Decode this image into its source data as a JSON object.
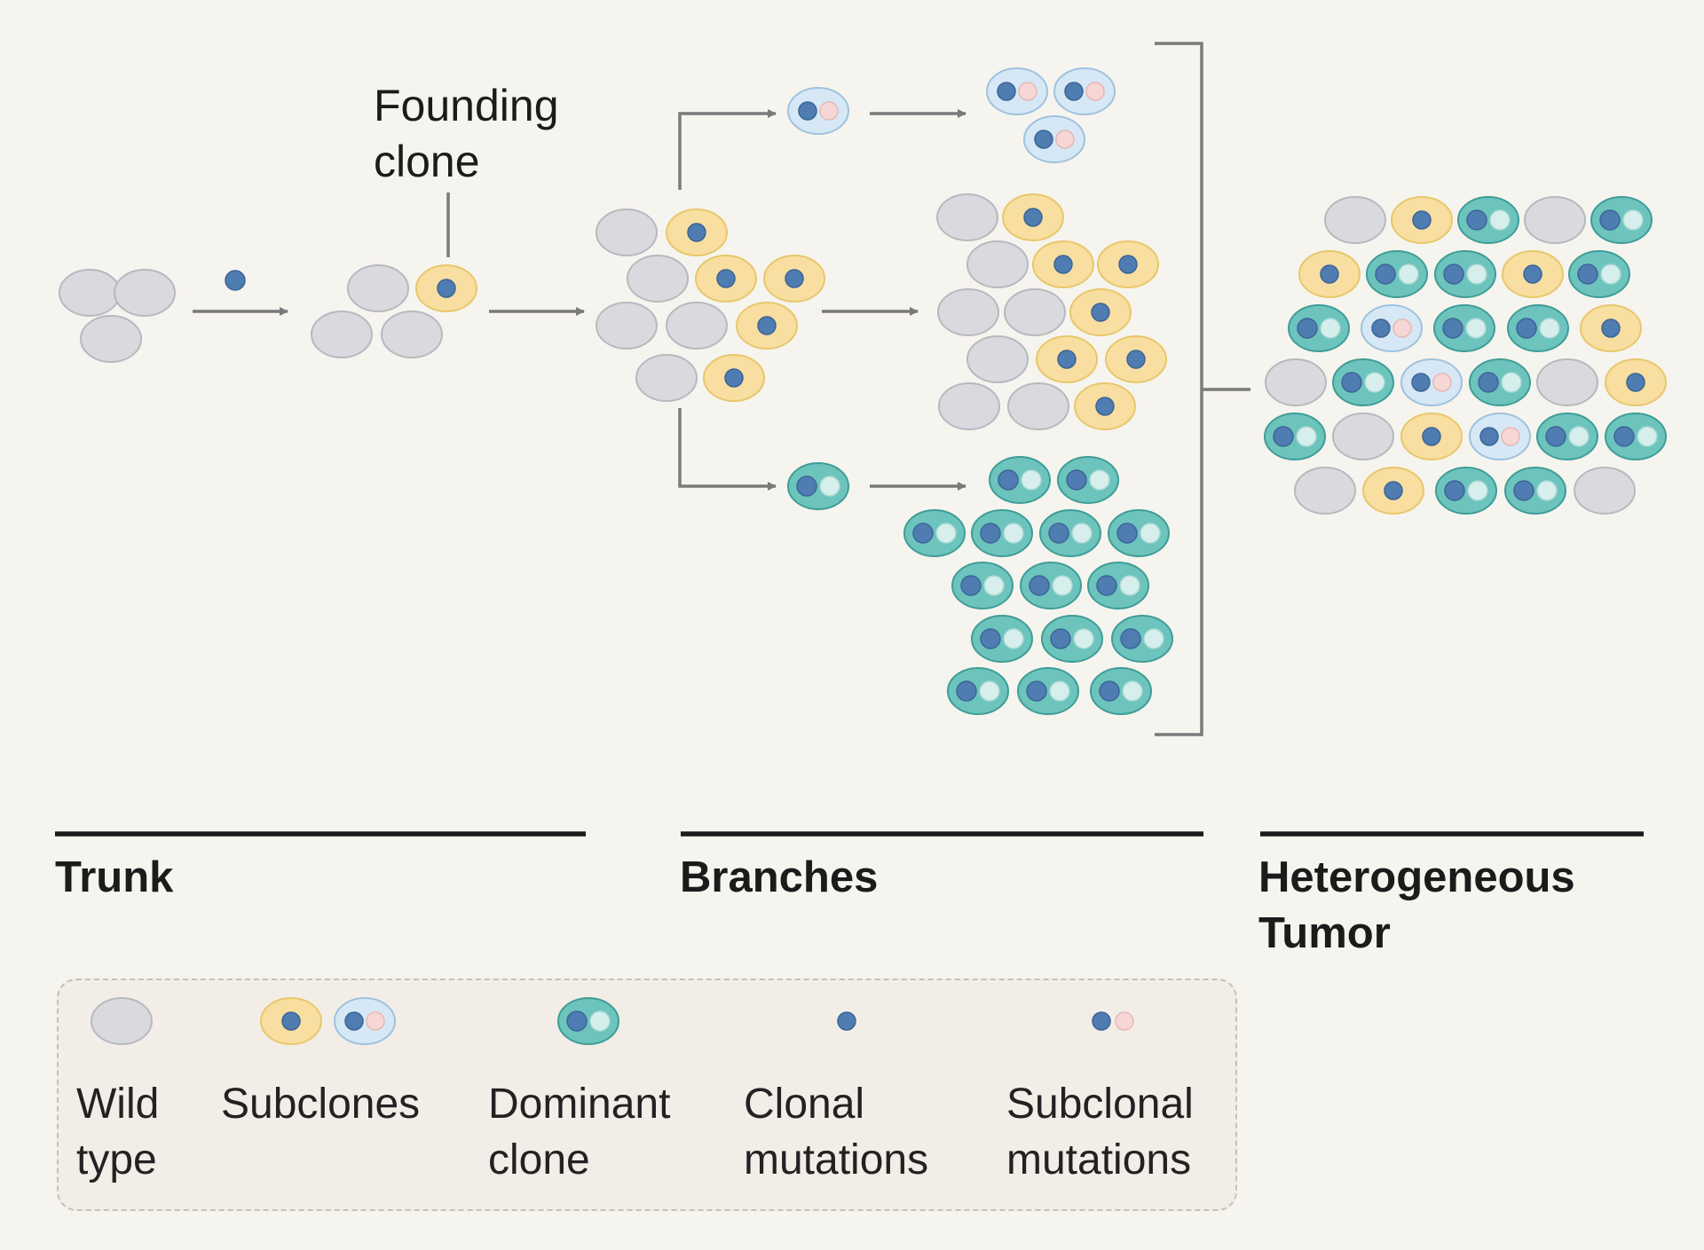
{
  "annotation": {
    "founding_clone_line1": "Founding",
    "founding_clone_line2": "clone"
  },
  "stages": {
    "trunk": "Trunk",
    "branches": "Branches",
    "heterogeneous_line1": "Heterogeneous",
    "heterogeneous_line2": "Tumor"
  },
  "legend": {
    "wild_type_line1": "Wild",
    "wild_type_line2": "type",
    "subclones": "Subclones",
    "dominant_clone_line1": "Dominant",
    "dominant_clone_line2": "clone",
    "clonal_mutations_line1": "Clonal",
    "clonal_mutations_line2": "mutations",
    "subclonal_mutations_line1": "Subclonal",
    "subclonal_mutations_line2": "mutations"
  },
  "colors": {
    "background": "#f6f4ee",
    "wild_type_fill": "#d9d9de",
    "subclone_fill": "#f8dea0",
    "subclone_light_fill": "#d6e8f6",
    "dominant_fill": "#6cc4bd",
    "clonal_mutation": "#4f7cb1",
    "subclonal_mutation": "#f7d7d5",
    "arrow": "#7a7a7a"
  }
}
